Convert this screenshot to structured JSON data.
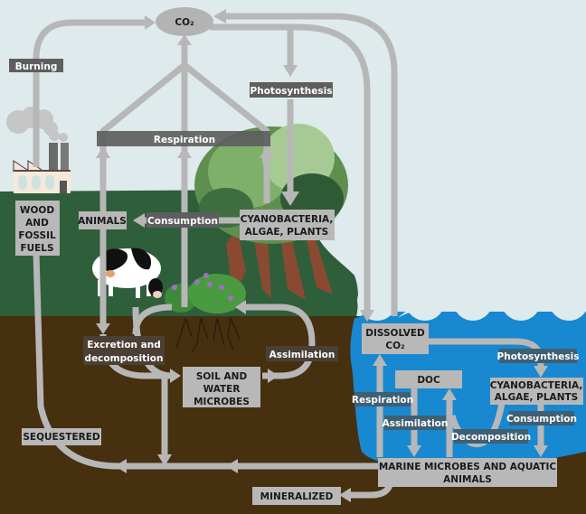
{
  "title": "Carbon cycle diagram",
  "colors": {
    "sky": "#dfeaec",
    "land": "#2f5e3a",
    "soil": "#47300f",
    "water": "#1888d0",
    "arrow": "#b7b7b7",
    "box": "#b8b8b8",
    "label_dark": "#5e5e5e"
  },
  "nodes": {
    "co2": "CO₂",
    "wood_fossil": [
      "WOOD",
      "AND",
      "FOSSIL",
      "FUELS"
    ],
    "animals": "ANIMALS",
    "land_producers": [
      "CYANOBACTERIA,",
      "ALGAE, PLANTS"
    ],
    "soil_microbes": [
      "SOIL AND",
      "WATER",
      "MICROBES"
    ],
    "dissolved_co2": [
      "DISSOLVED",
      "CO₂"
    ],
    "doc": "DOC",
    "marine_producers": [
      "CYANOBACTERIA,",
      "ALGAE, PLANTS"
    ],
    "marine_microbes": [
      "MARINE MICROBES AND AQUATIC",
      "ANIMALS"
    ],
    "sequestered": "SEQUESTERED",
    "mineralized": "MINERALIZED"
  },
  "processes": {
    "burning": "Burning",
    "photosynthesis_land": "Photosynthesis",
    "respiration_land": "Respiration",
    "consumption_land": "Consumption",
    "excretion": [
      "Excretion and",
      "decomposition"
    ],
    "assimilation_land": "Assimilation",
    "photosynthesis_water": "Photosynthesis",
    "respiration_water": "Respiration",
    "assimilation_water": "Assimilation",
    "consumption_water": "Consumption",
    "decomposition_water": "Decomposition"
  },
  "illustrations": [
    "factory-icon",
    "smoke-icon",
    "tree-icon",
    "cow-icon",
    "flowers-icon",
    "roots-icon",
    "waves-icon"
  ]
}
